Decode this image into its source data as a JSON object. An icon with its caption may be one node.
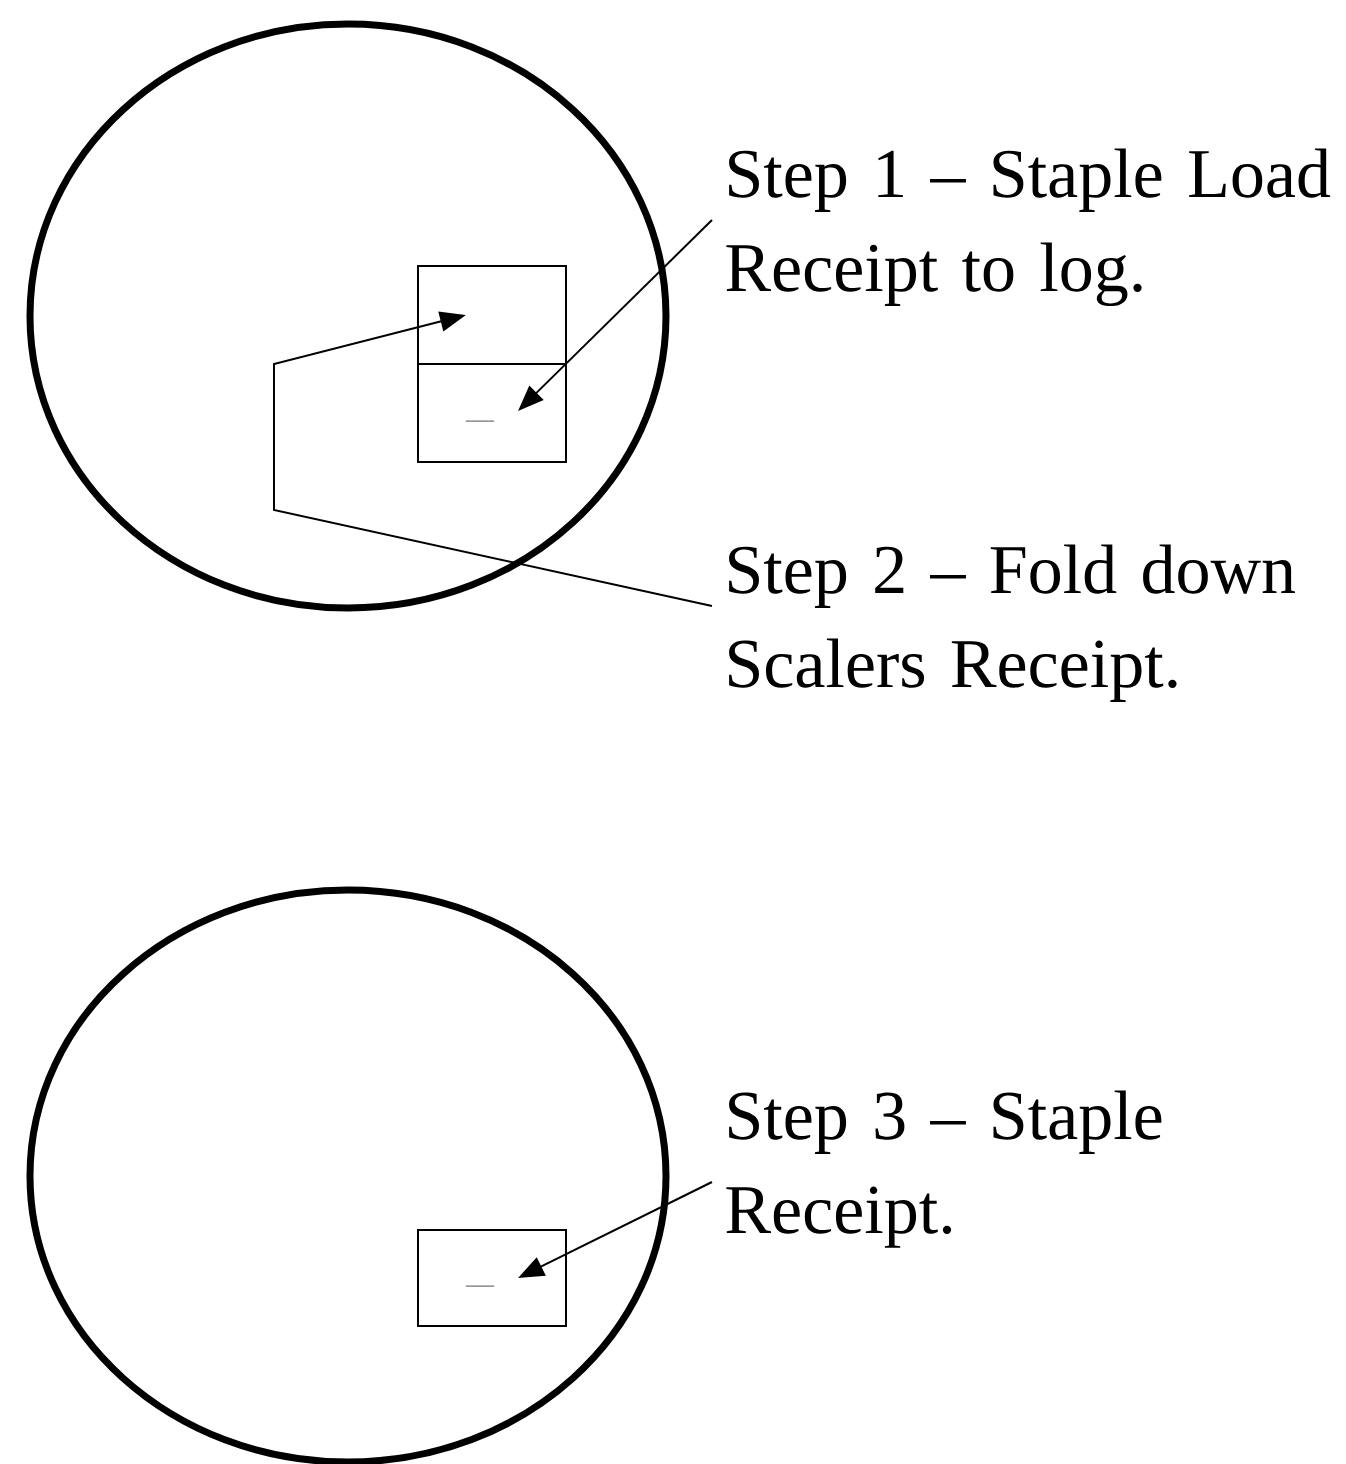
{
  "diagram": {
    "nodes": [
      {
        "text": [],
        "shape": "circle"
      },
      {
        "text": [],
        "shape": "box",
        "in": 0
      },
      {
        "text": [
          "__"
        ],
        "in": 0
      },
      {
        "text": [
          "Step 1 – Staple Load Receipt to log."
        ]
      },
      {
        "text": [
          "Step 2 – Fold down Scalers Receipt."
        ]
      },
      {
        "text": [],
        "shape": "circle"
      },
      {
        "text": [
          "__"
        ],
        "in": 5
      },
      {
        "text": [
          "Step 3 – Staple Receipt."
        ]
      }
    ],
    "edges": [
      {
        "from": 3,
        "to": 2,
        "arrow": "to"
      },
      {
        "from": 4,
        "to": 1,
        "arrow": "to"
      },
      {
        "from": 7,
        "to": 6,
        "arrow": "to"
      }
    ]
  }
}
